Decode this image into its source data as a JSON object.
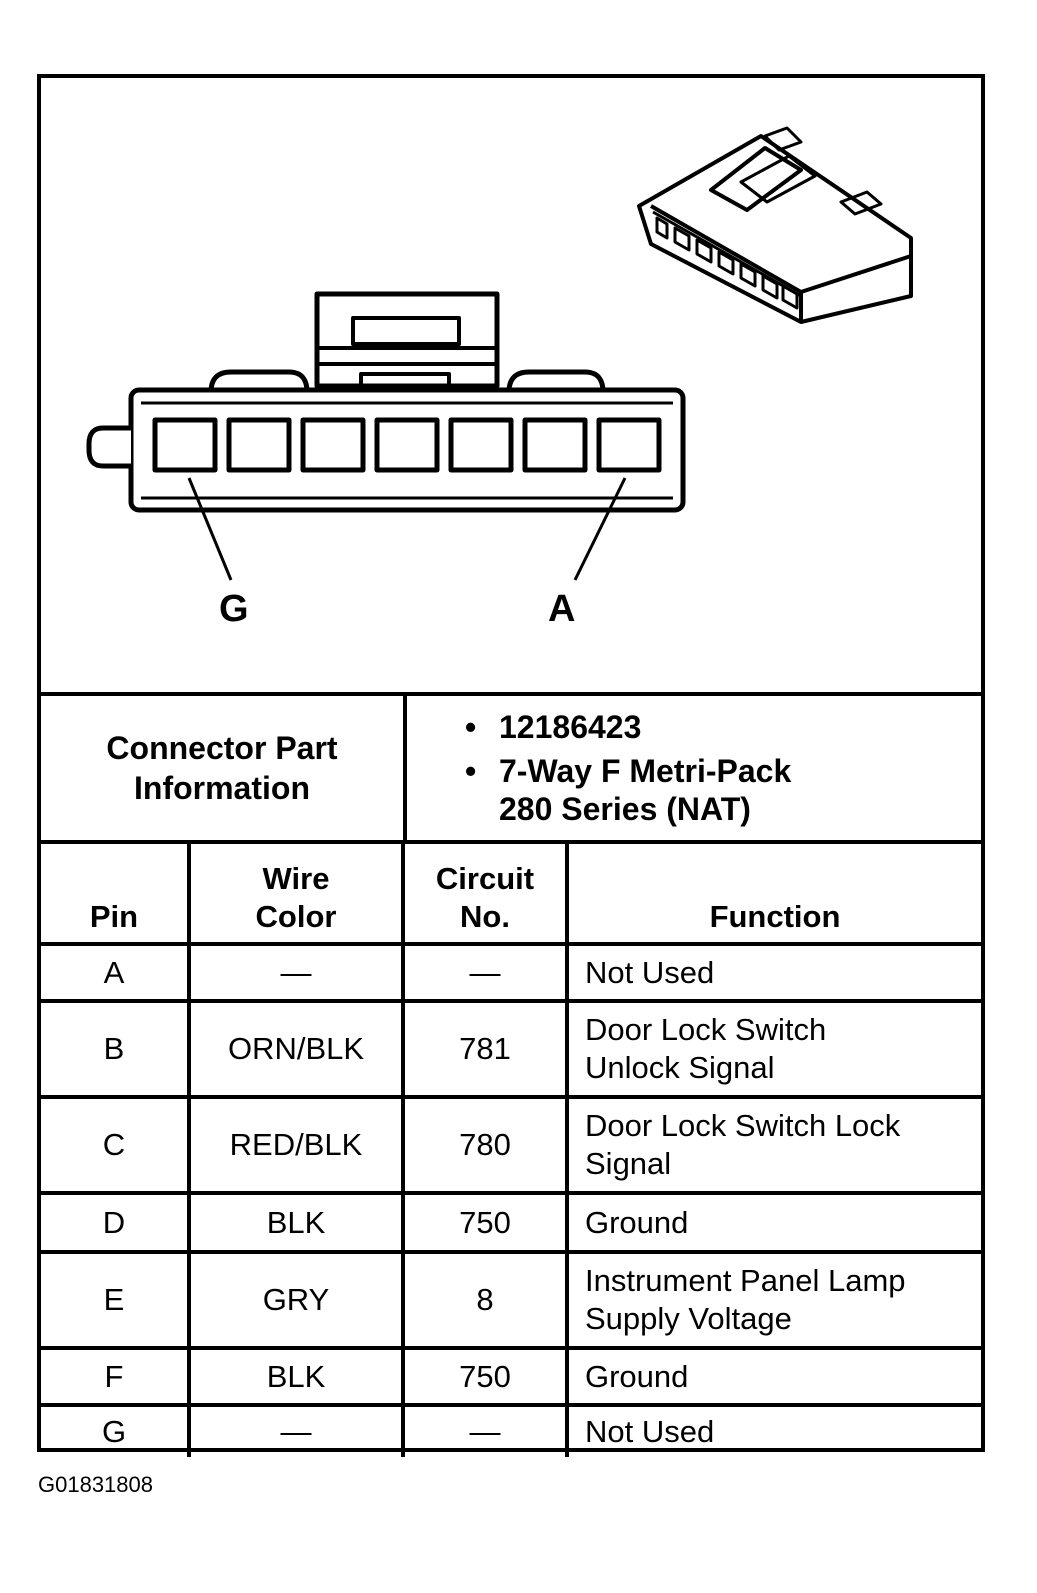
{
  "diagram": {
    "pin_labels": {
      "left": "G",
      "right": "A"
    }
  },
  "connector_info": {
    "label_line1": "Connector Part",
    "label_line2": "Information",
    "bullet": "•",
    "items": [
      {
        "line1": "12186423",
        "line2": ""
      },
      {
        "line1": "7-Way F Metri-Pack",
        "line2": "280 Series (NAT)"
      }
    ]
  },
  "pin_table": {
    "headers": {
      "pin": "Pin",
      "wire_color_line1": "Wire",
      "wire_color_line2": "Color",
      "circuit_line1": "Circuit",
      "circuit_line2": "No.",
      "function": "Function"
    },
    "rows": [
      {
        "pin": "A",
        "wire_color": "—",
        "circuit": "—",
        "function_line1": "Not Used",
        "function_line2": ""
      },
      {
        "pin": "B",
        "wire_color": "ORN/BLK",
        "circuit": "781",
        "function_line1": "Door Lock Switch",
        "function_line2": "Unlock Signal"
      },
      {
        "pin": "C",
        "wire_color": "RED/BLK",
        "circuit": "780",
        "function_line1": "Door Lock Switch Lock",
        "function_line2": "Signal"
      },
      {
        "pin": "D",
        "wire_color": "BLK",
        "circuit": "750",
        "function_line1": "Ground",
        "function_line2": ""
      },
      {
        "pin": "E",
        "wire_color": "GRY",
        "circuit": "8",
        "function_line1": "Instrument Panel Lamp",
        "function_line2": "Supply Voltage"
      },
      {
        "pin": "F",
        "wire_color": "BLK",
        "circuit": "750",
        "function_line1": "Ground",
        "function_line2": ""
      },
      {
        "pin": "G",
        "wire_color": "—",
        "circuit": "—",
        "function_line1": "Not Used",
        "function_line2": ""
      }
    ]
  },
  "figure_id": "G01831808"
}
